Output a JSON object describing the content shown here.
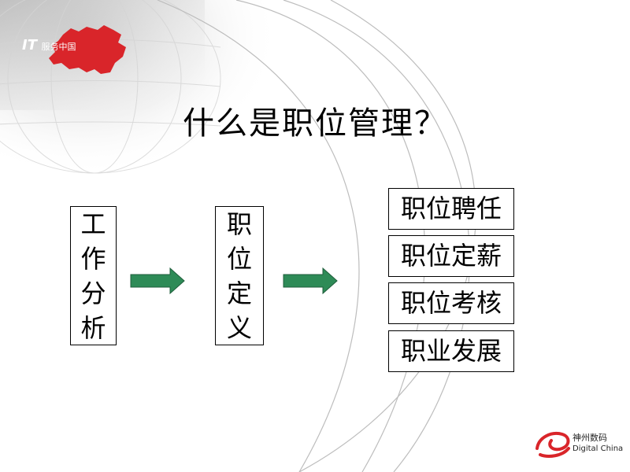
{
  "header": {
    "logo_it": "IT",
    "logo_text": "服务中国"
  },
  "title": "什么是职位管理？",
  "flow": {
    "step1": [
      "工",
      "作",
      "分",
      "析"
    ],
    "step2": [
      "职",
      "位",
      "定",
      "义"
    ],
    "outcomes": [
      "职位聘任",
      "职位定薪",
      "职位考核",
      "职业发展"
    ]
  },
  "footer": {
    "brand_cn": "神州数码",
    "brand_en": "Digital China"
  },
  "colors": {
    "arrow_fill": "#2e8b57",
    "logo_red": "#d9252a"
  },
  "icons": {
    "map_logo": "china-map-icon",
    "footer_logo": "digital-china-swirl-icon"
  }
}
